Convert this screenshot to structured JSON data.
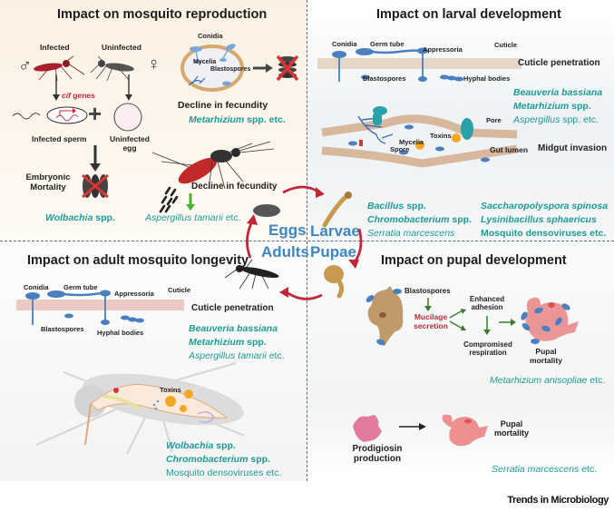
{
  "quadrants": {
    "reproduction": {
      "title": "Impact on mosquito reproduction",
      "infected_label": "Infected",
      "uninfected_label": "Uninfected",
      "male_symbol": "♂",
      "female_symbol": "♀",
      "cif_genes_italic": "cif",
      "cif_genes_rest": " genes",
      "infected_sperm": "Infected sperm",
      "uninfected_egg_line1": "Uninfected",
      "uninfected_egg_line2": "egg",
      "plus_sign": "+",
      "embryonic_line1": "Embryonic",
      "embryonic_line2": "Mortality",
      "wolbachia_italic": "Wolbachia",
      "wolbachia_rest": " spp.",
      "conidia": "Conidia",
      "mycelia": "Mycelia",
      "blastospores": "Blastospores",
      "decline_1": "Decline in fecundity",
      "metarhizium_italic": "Metarhizium",
      "metarhizium_rest": " spp. etc.",
      "decline_2": "Decline in fecundity",
      "aspergillus_italic": "Aspergillus tamarii",
      "aspergillus_rest": " etc."
    },
    "larval": {
      "title": "Impact on larval development",
      "conidia": "Conidia",
      "germ_tube": "Germ tube",
      "appressoria": "Appressoria",
      "cuticle": "Cuticle",
      "cuticle_penetration": "Cuticle penetration",
      "blastospores": "Blastospores",
      "hyphal_bodies": "Hyphal bodies",
      "organisms_fungi": [
        {
          "italic": "Beauveria bassiana",
          "rest": "",
          "bold": true
        },
        {
          "italic": "Metarhizium",
          "rest": " spp.",
          "bold": true
        },
        {
          "italic": "Aspergillus",
          "rest": " spp. etc.",
          "bold": false
        }
      ],
      "pore": "Pore",
      "toxins": "Toxins",
      "mycelia": "Mycelia",
      "spore": "Spore",
      "gut_lumen": "Gut lumen",
      "midgut_invasion": "Midgut invasion",
      "organisms_bacteria_left": [
        {
          "italic": "Bacillus",
          "rest": " spp.",
          "bold": true
        },
        {
          "italic": "Chromobacterium",
          "rest": " spp.",
          "bold": true
        },
        {
          "italic": "Serratia marcescens",
          "rest": "",
          "bold": false
        }
      ],
      "organisms_bacteria_right": [
        {
          "italic": "Saccharopolyspora spinosa",
          "rest": "",
          "bold": true
        },
        {
          "italic": "Lysinibacillus sphaericus",
          "rest": "",
          "bold": true
        },
        {
          "italic": "",
          "rest": "Mosquito densoviruses etc.",
          "bold": true
        }
      ]
    },
    "adult": {
      "title": "Impact on adult mosquito longevity",
      "conidia": "Conidia",
      "germ_tube": "Germ tube",
      "appressoria": "Appressoria",
      "cuticle": "Cuticle",
      "cuticle_penetration": "Cuticle penetration",
      "blastospores": "Blastospores",
      "hyphal_bodies": "Hyphal bodies",
      "organisms_fungi": [
        {
          "italic": "Beauveria bassiana",
          "rest": "",
          "bold": true
        },
        {
          "italic": "Metarhizium",
          "rest": " spp.",
          "bold": true
        },
        {
          "italic": "Aspergillus tamarii",
          "rest": " etc.",
          "bold": false
        }
      ],
      "toxins": "Toxins",
      "organisms_other": [
        {
          "italic": "Wolbachia",
          "rest": " spp.",
          "bold": true
        },
        {
          "italic": "Chromobacterium",
          "rest": " spp.",
          "bold": true
        },
        {
          "italic": "",
          "rest": "Mosquito densoviruses etc.",
          "bold": false
        }
      ]
    },
    "pupal": {
      "title": "Impact on pupal development",
      "blastospores": "Blastospores",
      "mucilage_line1": "Mucilage",
      "mucilage_line2": "secretion",
      "enhanced_line1": "Enhanced",
      "enhanced_line2": "adhesion",
      "compromised_line1": "Compromised",
      "compromised_line2": "respiration",
      "pupal_mortality_line1": "Pupal",
      "pupal_mortality_line2": "mortality",
      "metarhizium_italic": "Metarhizium anisopliae",
      "metarhizium_rest": " etc.",
      "prodigiosin_line1": "Prodigiosin",
      "prodigiosin_line2": "production",
      "pupal_mortality2_line1": "Pupal",
      "pupal_mortality2_line2": "mortality",
      "serratia_italic": "Serratia marcescens",
      "serratia_rest": " etc."
    }
  },
  "lifecycle": {
    "stages": [
      "Eggs",
      "Larvae",
      "Pupae",
      "Adults"
    ]
  },
  "colors": {
    "organism_teal": "#1e9a96",
    "stage_blue": "#3f86c0",
    "arrow_red": "#c0283a",
    "fungus_blue": "#4a7fc0"
  },
  "footer": "Trends in Microbiology"
}
